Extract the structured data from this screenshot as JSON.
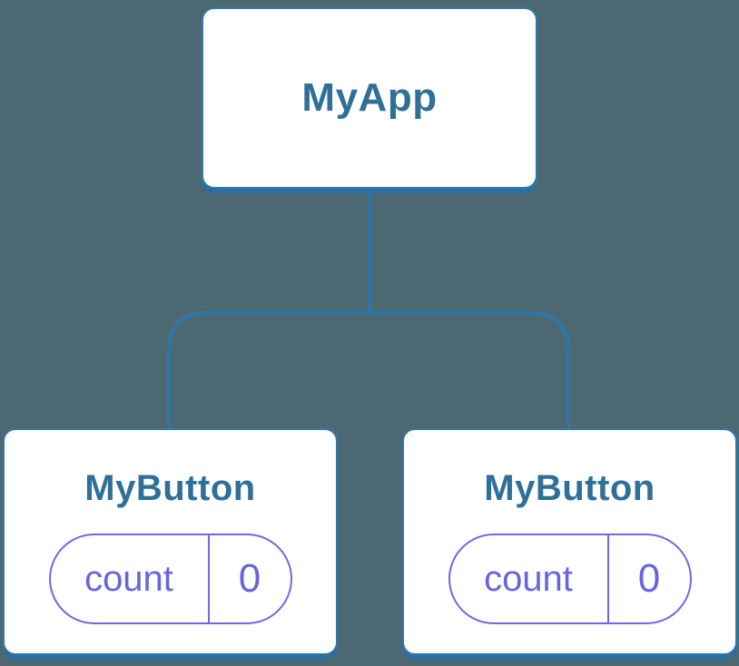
{
  "diagram": {
    "root": {
      "label": "MyApp"
    },
    "children": [
      {
        "label": "MyButton",
        "state": {
          "name": "count",
          "value": "0"
        }
      },
      {
        "label": "MyButton",
        "state": {
          "name": "count",
          "value": "0"
        }
      }
    ],
    "colors": {
      "background": "#4C6973",
      "card_fill": "#FFFFFF",
      "card_border": "#3179A9",
      "card_bottom_shadow": "#2C6E9F",
      "node_label_text": "#2F7099",
      "connector_line": "#2E76A8",
      "state_pill_border": "#6A6AE3",
      "state_pill_text": "#6565DF"
    }
  }
}
